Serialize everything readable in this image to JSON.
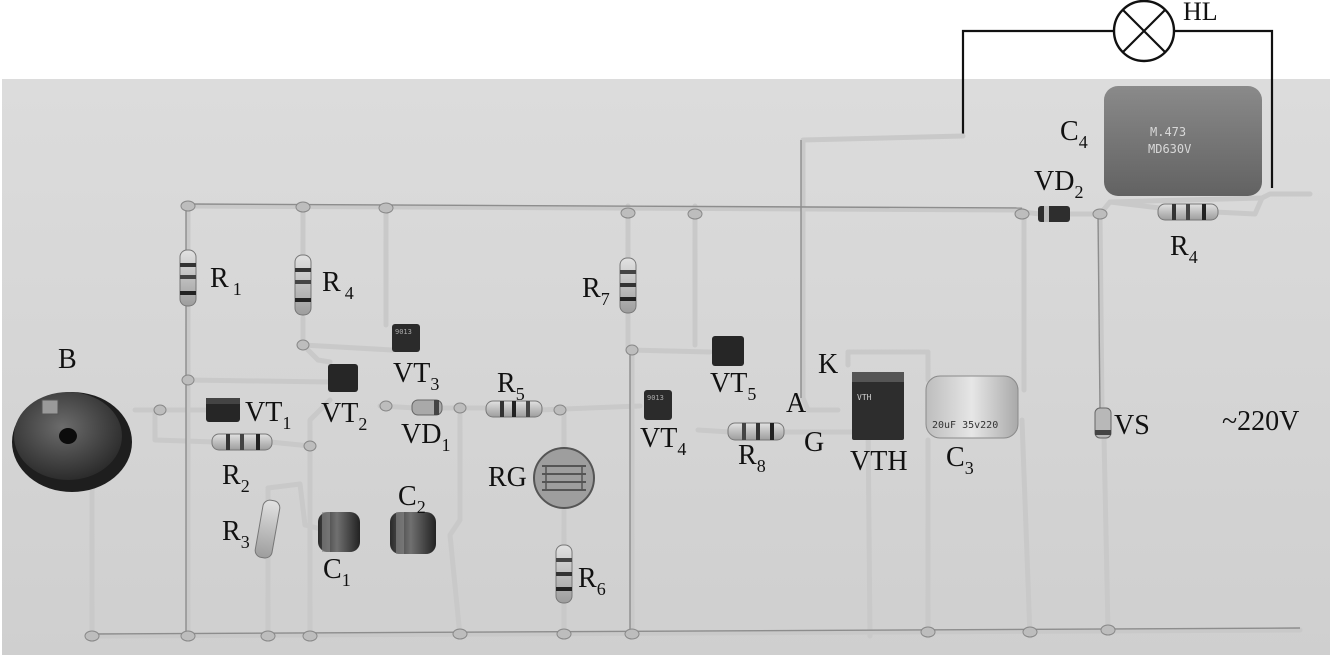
{
  "labels": {
    "hl": "HL",
    "c4": "C",
    "c4_sub": "4",
    "vd2": "VD",
    "vd2_sub": "2",
    "r4_right": "R",
    "r4_right_sub": "4",
    "b": "B",
    "r1": "R",
    "r1_sub": "1",
    "r4_left": "R",
    "r4_left_sub": "4",
    "r7": "R",
    "r7_sub": "7",
    "vt3": "VT",
    "vt3_sub": "3",
    "vt1": "VT",
    "vt1_sub": "1",
    "vt2": "VT",
    "vt2_sub": "2",
    "r5": "R",
    "r5_sub": "5",
    "vd1": "VD",
    "vd1_sub": "1",
    "vt5": "VT",
    "vt5_sub": "5",
    "vt4": "VT",
    "vt4_sub": "4",
    "k": "K",
    "a": "A",
    "g": "G",
    "r8": "R",
    "r8_sub": "8",
    "vth": "VTH",
    "c3": "C",
    "c3_sub": "3",
    "vs": "VS",
    "mains": "~220V",
    "r2": "R",
    "r2_sub": "2",
    "rg": "RG",
    "c2": "C",
    "c2_sub": "2",
    "r3": "R",
    "r3_sub": "3",
    "c1": "C",
    "c1_sub": "1",
    "r6": "R",
    "r6_sub": "6"
  },
  "component_markings": {
    "c4_body_1": "M.473",
    "c4_body_2": "MD630V",
    "c3_body": "20uF 35v220",
    "vth_body": "VTH",
    "vt_body": "9013"
  }
}
